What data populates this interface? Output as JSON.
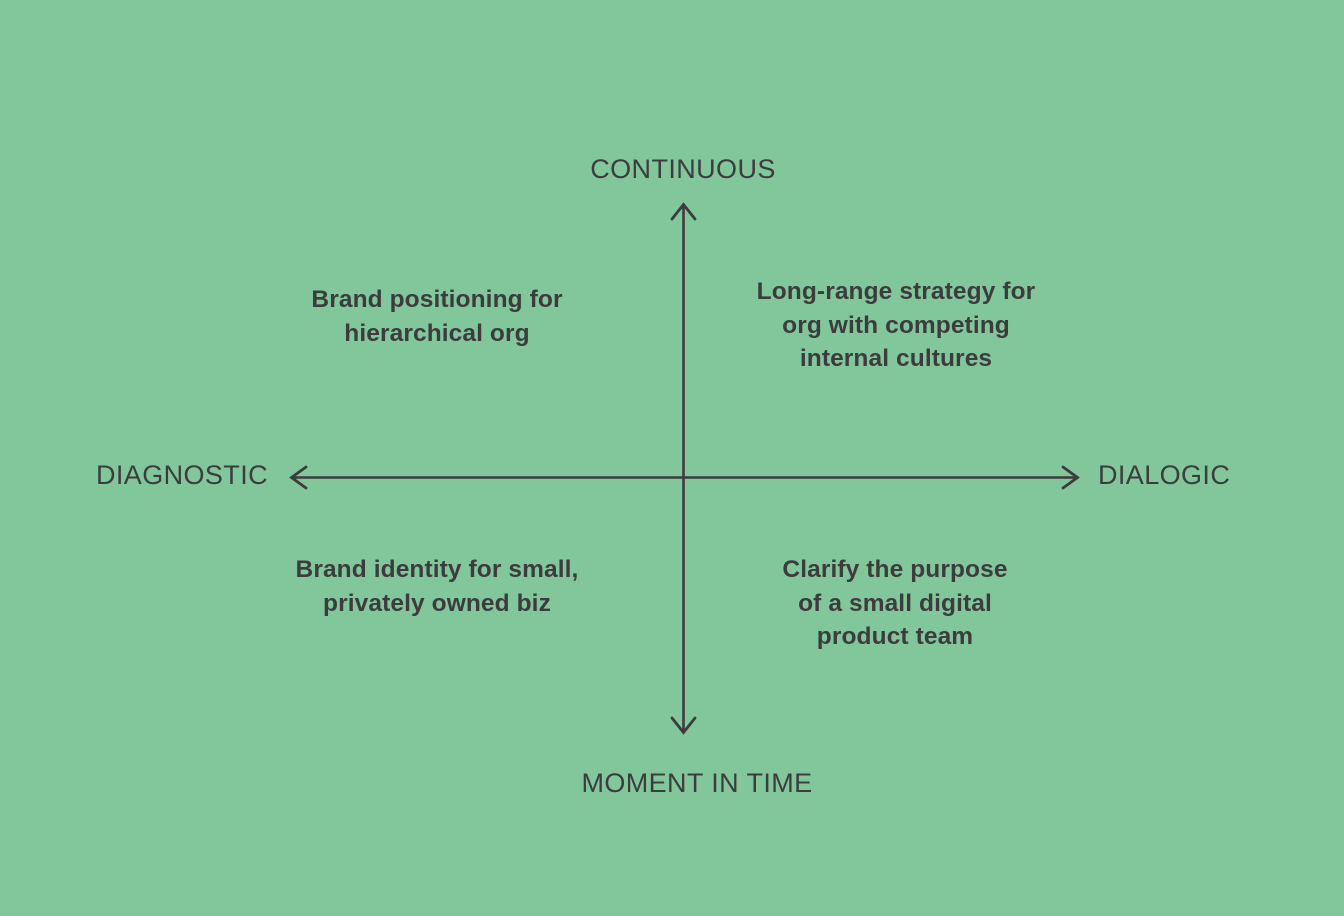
{
  "chart_data": {
    "type": "scatter",
    "title": "",
    "subtitle": "",
    "layout": "two-axis quadrant map with arrow-terminated axes, no gridlines, no legend",
    "background_color": "#82c79c",
    "ink_color": "#3c3c3c",
    "axes": {
      "vertical": {
        "top_label": "CONTINUOUS",
        "bottom_label": "MOMENT IN TIME",
        "arrows": "both"
      },
      "horizontal": {
        "left_label": "DIAGNOSTIC",
        "right_label": "DIALOGIC",
        "arrows": "both"
      }
    },
    "quadrants": [
      {
        "position": "top-left",
        "x_pole": "DIAGNOSTIC",
        "y_pole": "CONTINUOUS",
        "text": "Brand positioning for\nhierarchical org"
      },
      {
        "position": "top-right",
        "x_pole": "DIALOGIC",
        "y_pole": "CONTINUOUS",
        "text": "Long-range strategy for\norg with competing\ninternal cultures"
      },
      {
        "position": "bottom-left",
        "x_pole": "DIAGNOSTIC",
        "y_pole": "MOMENT IN TIME",
        "text": "Brand identity for small,\nprivately owned biz"
      },
      {
        "position": "bottom-right",
        "x_pole": "DIALOGIC",
        "y_pole": "MOMENT IN TIME",
        "text": "Clarify the purpose\nof a small digital\nproduct team"
      }
    ]
  },
  "axis_labels": {
    "continuous": "CONTINUOUS",
    "moment_in_time": "MOMENT IN TIME",
    "diagnostic": "DIAGNOSTIC",
    "dialogic": "DIALOGIC"
  },
  "quadrant_text": {
    "top_left": "Brand positioning for\nhierarchical org",
    "top_right": "Long-range strategy for\norg with competing\ninternal cultures",
    "bottom_left": "Brand identity for small,\nprivately owned biz",
    "bottom_right": "Clarify the purpose\nof a small digital\nproduct team"
  },
  "colors": {
    "background": "#82c79c",
    "ink": "#3c3c3c"
  }
}
